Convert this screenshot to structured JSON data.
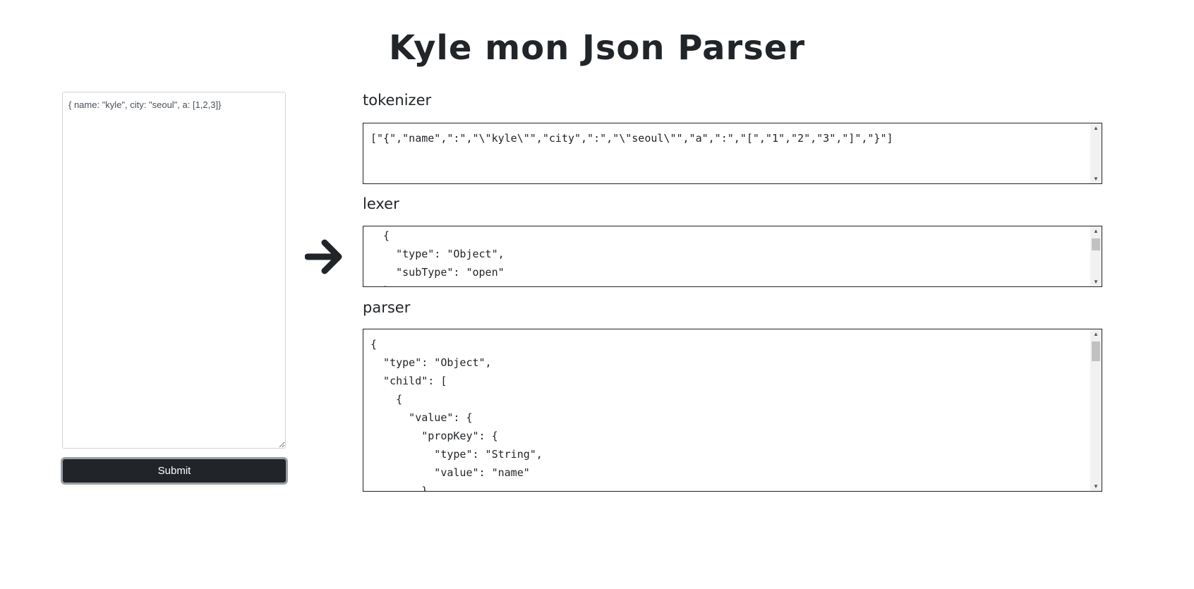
{
  "header": {
    "title": "Kyle mon Json Parser"
  },
  "input": {
    "value": "{ name: \"kyle\", city: \"seoul\", a: [1,2,3]}"
  },
  "submit_label": "Submit",
  "arrow_icon": "arrow-right-icon",
  "sections": {
    "tokenizer": {
      "label": "tokenizer",
      "content": "[\"{\",\"name\",\":\",\"\\\"kyle\\\"\",\"city\",\":\",\"\\\"seoul\\\"\",\"a\",\":\",\"[\",\"1\",\"2\",\"3\",\"]\",\"}\"]"
    },
    "lexer": {
      "label": "lexer",
      "content": "  {\n    \"type\": \"Object\",\n    \"subType\": \"open\"\n  },"
    },
    "parser": {
      "label": "parser",
      "content": "{\n  \"type\": \"Object\",\n  \"child\": [\n    {\n      \"value\": {\n        \"propKey\": {\n          \"type\": \"String\",\n          \"value\": \"name\"\n        },"
    }
  }
}
